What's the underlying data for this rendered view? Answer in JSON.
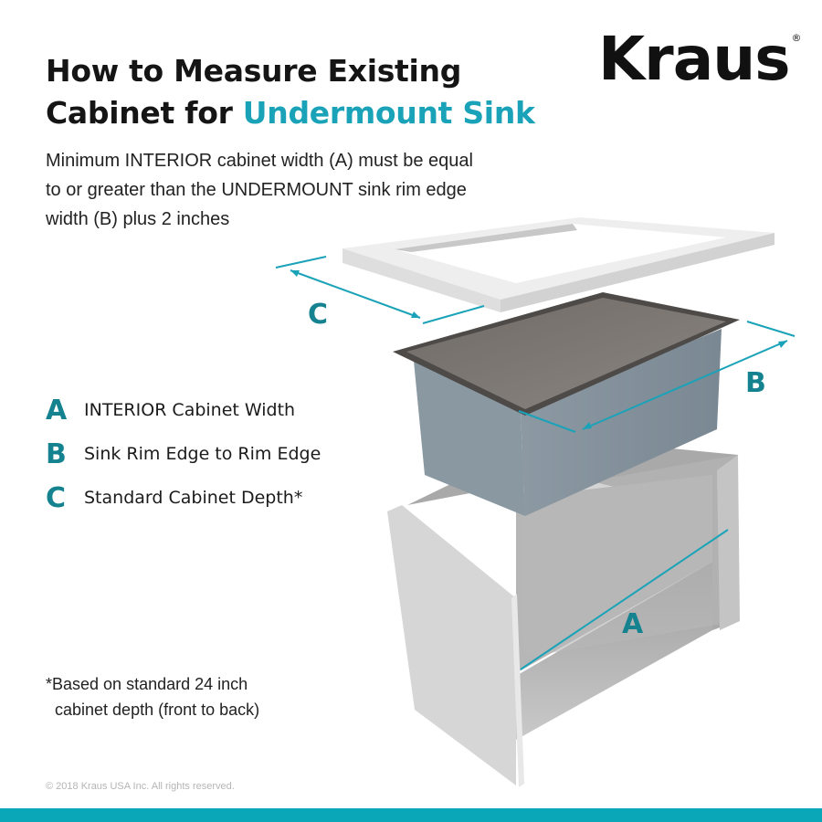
{
  "brand": {
    "logo_text": "Kraus",
    "registered_mark": "®",
    "accent_color": "#1aa3b8",
    "letter_color": "#14838f",
    "bar_color": "#0aa7b9"
  },
  "header": {
    "title_line1": "How to Measure Existing",
    "title_line2_prefix": "Cabinet for ",
    "title_line2_accent": "Undermount Sink"
  },
  "description": {
    "line1": "Minimum INTERIOR cabinet width (A) must be equal",
    "line2": "to or greater than the UNDERMOUNT sink rim edge",
    "line3": "width (B) plus 2 inches"
  },
  "legend": {
    "items": [
      {
        "letter": "A",
        "label": "INTERIOR Cabinet Width"
      },
      {
        "letter": "B",
        "label": "Sink Rim Edge to Rim Edge"
      },
      {
        "letter": "C",
        "label": "Standard Cabinet Depth*"
      }
    ]
  },
  "diagram": {
    "labels": {
      "a": "A",
      "b": "B",
      "c": "C"
    },
    "components": [
      "countertop",
      "undermount-sink",
      "cabinet"
    ]
  },
  "footnote": {
    "line1": "*Based on standard 24 inch",
    "line2": "cabinet depth (front to back)"
  },
  "copyright": "© 2018 Kraus USA Inc. All rights reserved."
}
